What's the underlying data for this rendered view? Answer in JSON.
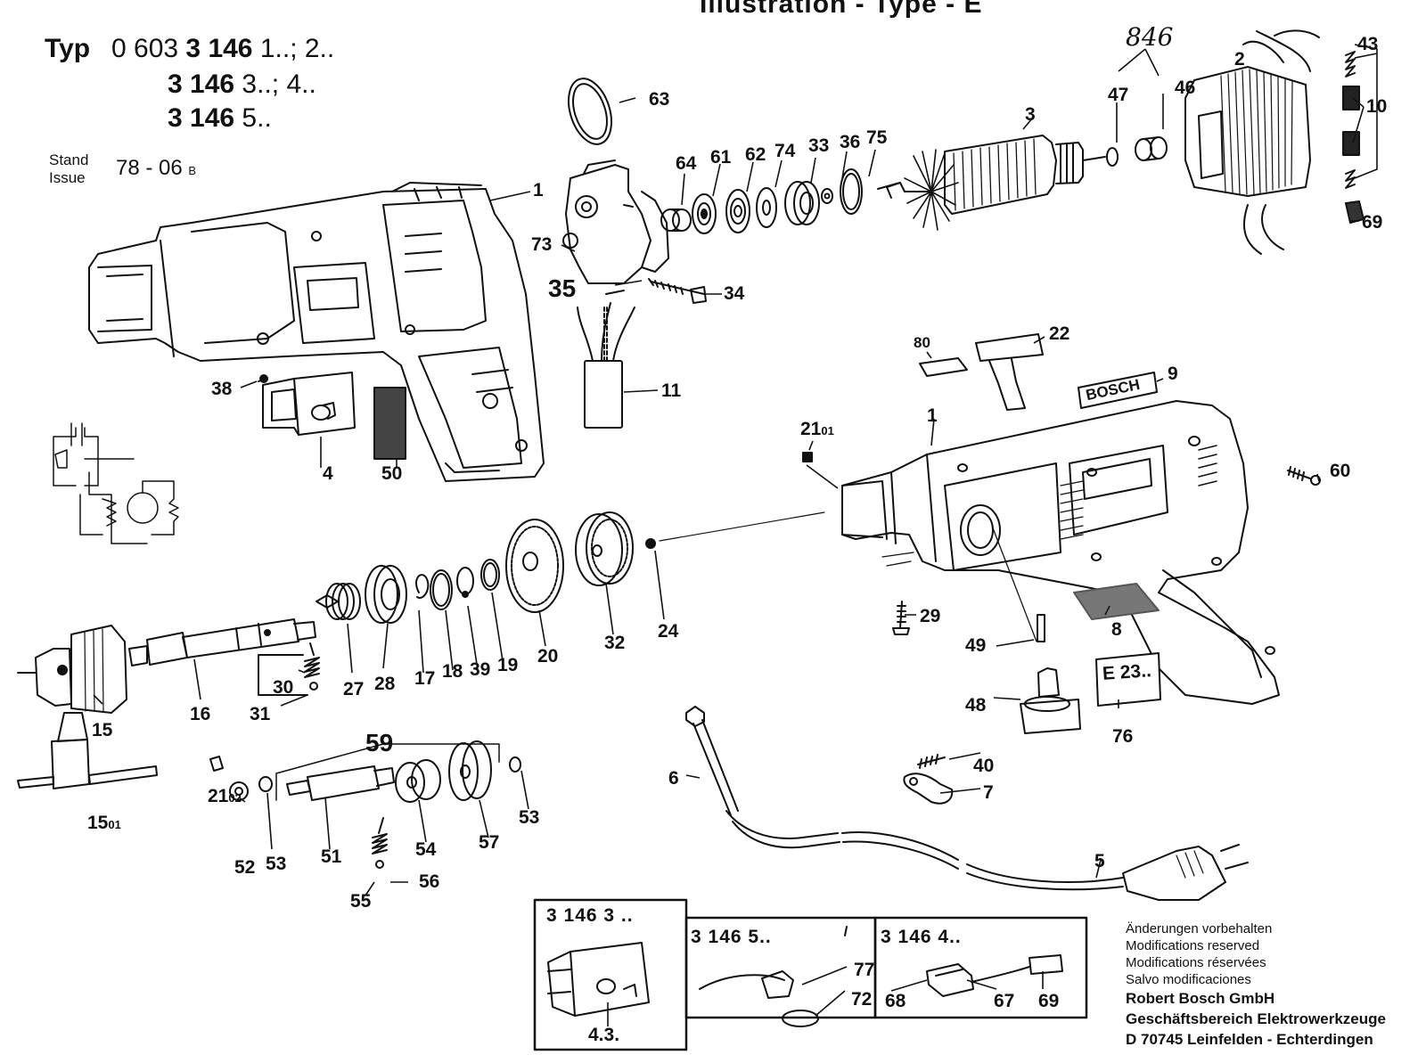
{
  "header": {
    "title": "Illustration - Type - E"
  },
  "type_block": {
    "label": "Typ",
    "lines": [
      {
        "prefix": "0 603",
        "bold": "3 146",
        "suffix": "1..; 2.."
      },
      {
        "prefix": "",
        "bold": "3 146",
        "suffix": "3..; 4.."
      },
      {
        "prefix": "",
        "bold": "3 146",
        "suffix": "5.."
      }
    ],
    "stand_label": "Stand",
    "issue_label": "Issue",
    "issue_date": "78 - 06",
    "issue_suffix": "B"
  },
  "handwritten_note": "846",
  "brand_plate": "BOSCH",
  "rating_plate": "E 23..",
  "part_labels": {
    "p43": "43",
    "p2": "2",
    "p10": "10",
    "p69": "69",
    "p3": "3",
    "p47": "47",
    "p46": "46",
    "p63": "63",
    "p64": "64",
    "p61": "61",
    "p62": "62",
    "p74": "74",
    "p33": "33",
    "p36": "36",
    "p75": "75",
    "p73": "73",
    "p35": "35",
    "p34": "34",
    "p1a": "1",
    "p38": "38",
    "p4": "4",
    "p50": "50",
    "p11": "11",
    "p80": "80",
    "p22": "22",
    "p9": "9",
    "p21_01": "21",
    "p21_01_sub": "01",
    "p1b": "1",
    "p60": "60",
    "p29": "29",
    "p8": "8",
    "p49": "49",
    "p48": "48",
    "p76": "76",
    "p15": "15",
    "p16": "16",
    "p30": "30",
    "p31": "31",
    "p27": "27",
    "p28": "28",
    "p17": "17",
    "p18": "18",
    "p39": "39",
    "p19": "19",
    "p20": "20",
    "p32": "32",
    "p24": "24",
    "p15_01": "15",
    "p15_01_sub": "01",
    "p59": "59",
    "p21_02": "21",
    "p21_02_sub": "02",
    "p52": "52",
    "p53a": "53",
    "p51": "51",
    "p54": "54",
    "p57": "57",
    "p53b": "53",
    "p55": "55",
    "p56": "56",
    "p6": "6",
    "p40": "40",
    "p7": "7",
    "p5": "5"
  },
  "variant_boxes": [
    {
      "title": "3 146 3 ..",
      "labels": [
        "4.3."
      ]
    },
    {
      "title": "3 146 5..",
      "labels": [
        "77",
        "72"
      ]
    },
    {
      "title": "3 146 4..",
      "labels": [
        "68",
        "67",
        "69"
      ]
    }
  ],
  "notes": {
    "lines": [
      "Änderungen vorbehalten",
      "Modifications reserved",
      "Modifications réservées",
      "Salvo modificaciones"
    ],
    "company": "Robert Bosch GmbH",
    "division": "Geschäftsbereich Elektrowerkzeuge",
    "address": "D 70745 Leinfelden - Echterdingen"
  },
  "colors": {
    "ink": "#111111",
    "paper": "#ffffff",
    "shade": "#555555"
  }
}
